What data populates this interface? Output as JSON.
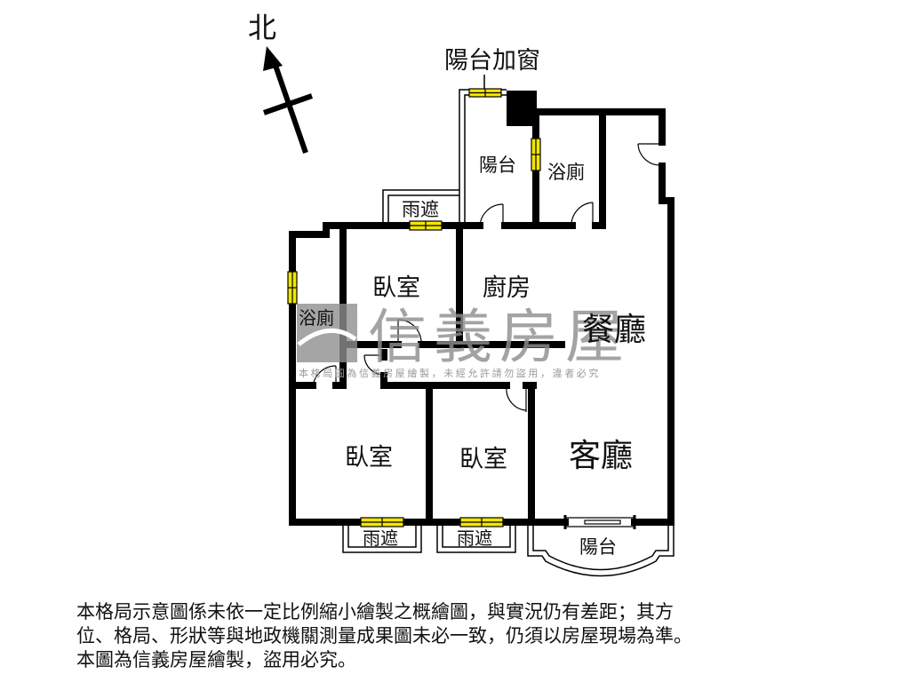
{
  "compass": {
    "label": "北",
    "icon": "north-arrow-icon"
  },
  "annotations": {
    "balcony_window": "陽台加窗"
  },
  "rooms": {
    "balcony_top": "陽台",
    "bath_top": "浴廁",
    "canopy_top": "雨遮",
    "bedroom_top": "臥室",
    "kitchen": "廚房",
    "bath_left": "浴廁",
    "dining": "餐廳",
    "bedroom_left": "臥室",
    "bedroom_mid": "臥室",
    "living": "客廳",
    "canopy_left": "雨遮",
    "canopy_mid": "雨遮",
    "balcony_bottom": "陽台"
  },
  "watermark": {
    "brand": "信義房屋",
    "notice": "本格局圖為信義房屋繪製，未經允許請勿盜用，違者必究"
  },
  "colors": {
    "wall": "#000000",
    "window": "#f2e600",
    "watermark": "#8f8f8f",
    "background": "#ffffff"
  },
  "disclaimer": {
    "lines": [
      "本格局示意圖係未依一定比例縮小繪製之概繪圖，與實況仍有差距；其方",
      "位、格局、形狀等與地政機關測量成果圖未必一致，仍須以房屋現場為準。",
      "本圖為信義房屋繪製，盜用必究。"
    ]
  }
}
